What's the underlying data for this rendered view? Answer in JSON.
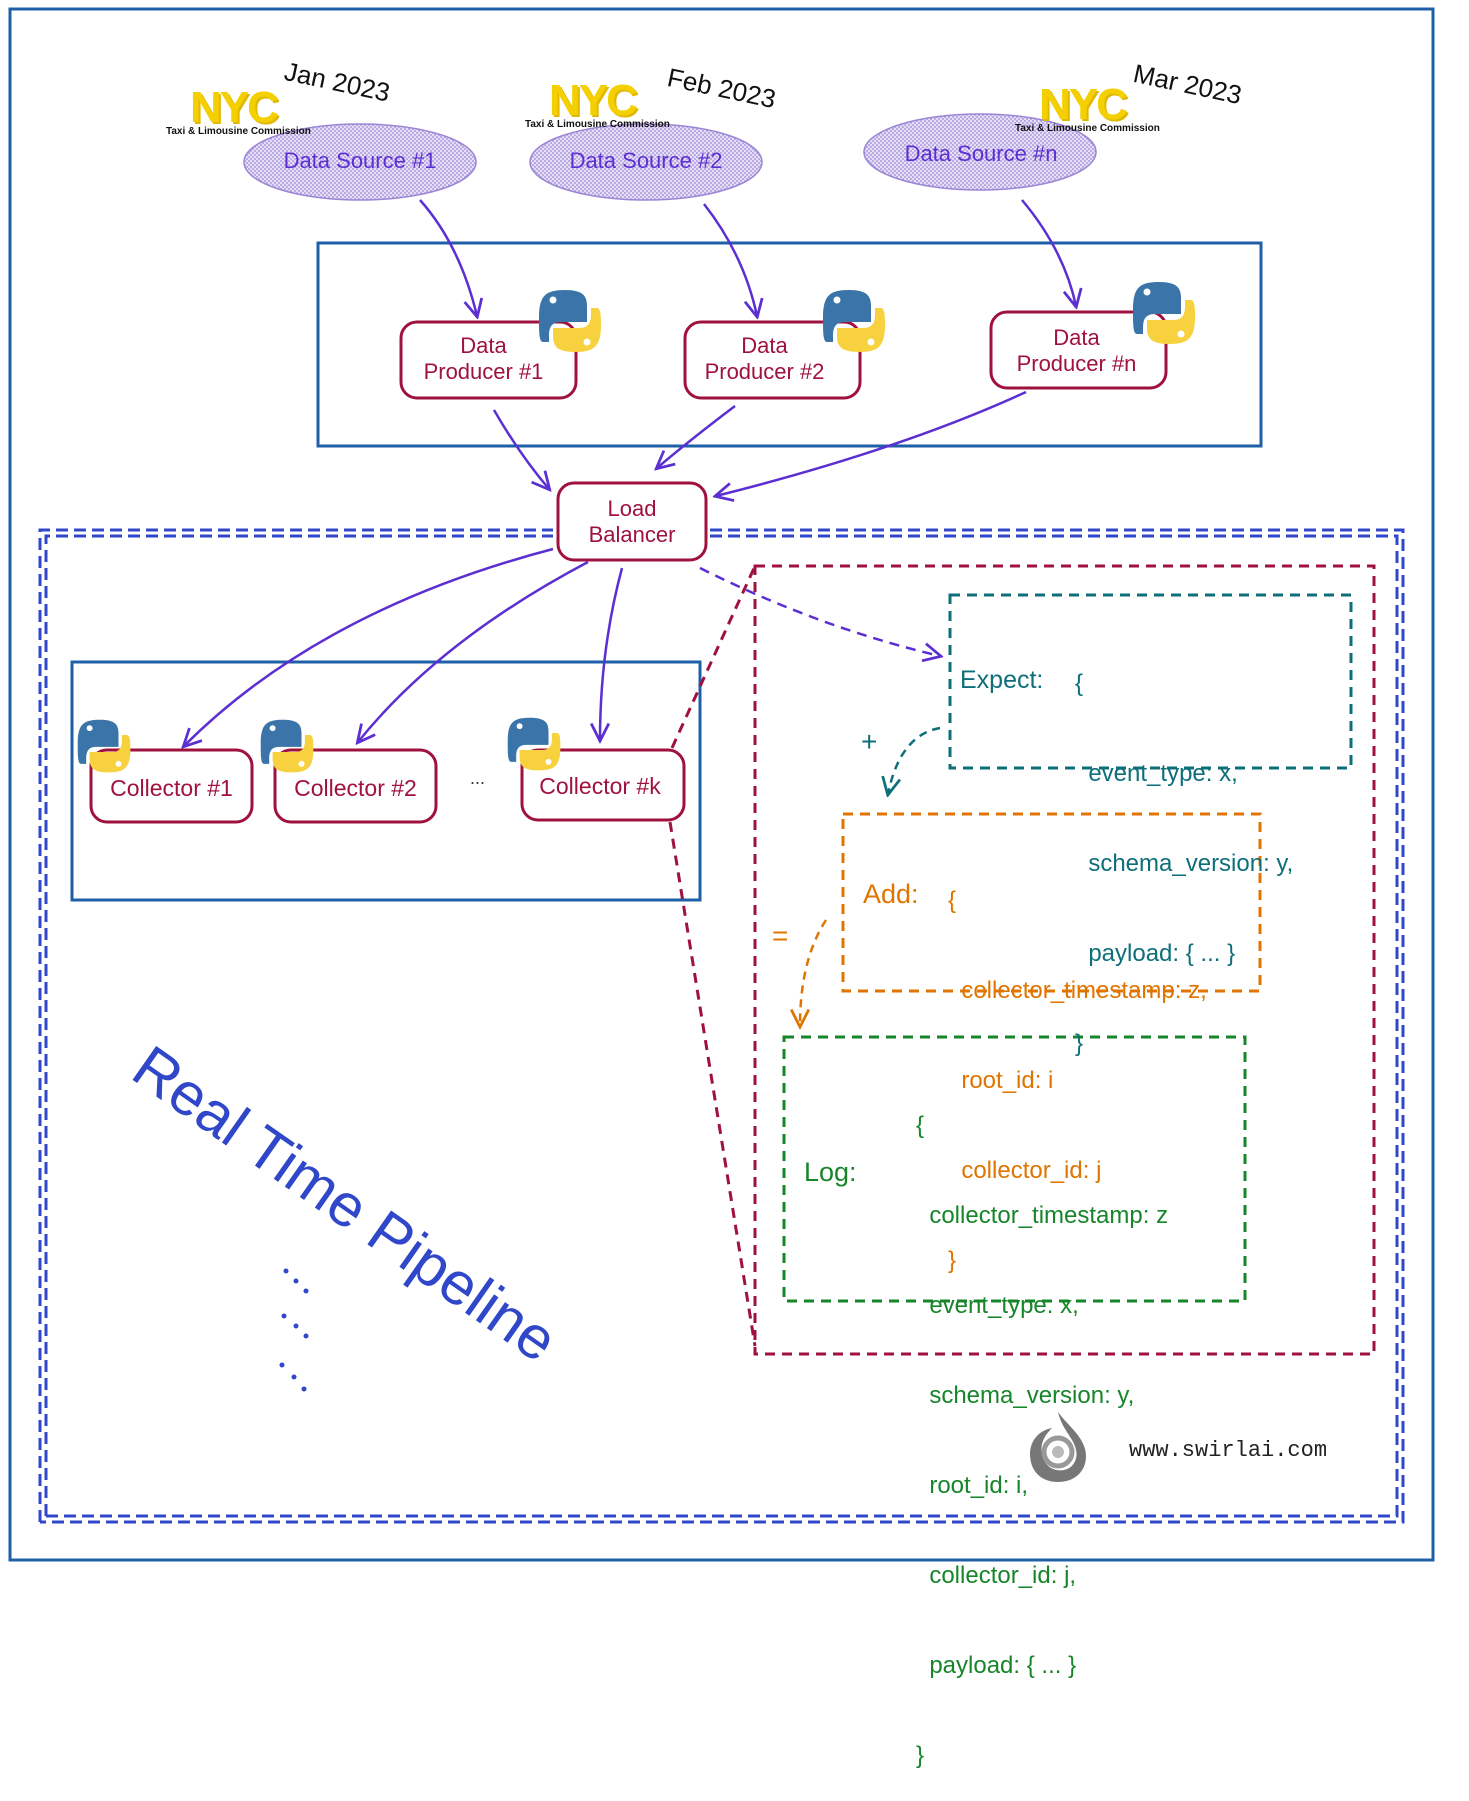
{
  "sources": [
    {
      "date": "Jan 2023",
      "logo": "NYC",
      "logo_sub": "Taxi & Limousine Commission",
      "label": "Data Source #1"
    },
    {
      "date": "Feb 2023",
      "logo": "NYC",
      "logo_sub": "Taxi & Limousine Commission",
      "label": "Data Source #2"
    },
    {
      "date": "Mar 2023",
      "logo": "NYC",
      "logo_sub": "Taxi & Limousine Commission",
      "label": "Data Source #n"
    }
  ],
  "producers": [
    {
      "line1": "Data",
      "line2": "Producer #1"
    },
    {
      "line1": "Data",
      "line2": "Producer #2"
    },
    {
      "line1": "Data",
      "line2": "Producer #n"
    }
  ],
  "load_balancer": {
    "line1": "Load",
    "line2": "Balancer"
  },
  "collectors": [
    "Collector #1",
    "Collector #2",
    "Collector #k"
  ],
  "collector_ellipsis": "...",
  "expect": {
    "label": "Expect:",
    "lines": [
      "{",
      "  event_type: x,",
      "  schema_version: y,",
      "  payload: { ... }",
      "}"
    ]
  },
  "plus_sign": "+",
  "add": {
    "label": "Add:",
    "lines": [
      "{",
      "  collector_timestamp: z,",
      "  root_id: i",
      "  collector_id: j",
      "}"
    ]
  },
  "equals_sign": "=",
  "log": {
    "label": "Log:",
    "lines": [
      "{",
      "  collector_timestamp: z",
      "  event_type: x,",
      "  schema_version: y,",
      "  root_id: i,",
      "  collector_id: j,",
      "  payload: { ... }",
      "}"
    ]
  },
  "pipeline_title": "Real Time Pipeline",
  "watermark": "www.swirlai.com",
  "colors": {
    "arrow": "#5b2fd1",
    "frame_blue": "#1f5fa8",
    "pipeline_blue": "#2f47c8",
    "crimson": "#a0123e",
    "teal": "#0e6f7a",
    "orange": "#e07400",
    "green": "#17852a",
    "python_blue": "#3a74a8",
    "python_yellow": "#f7d23e"
  }
}
